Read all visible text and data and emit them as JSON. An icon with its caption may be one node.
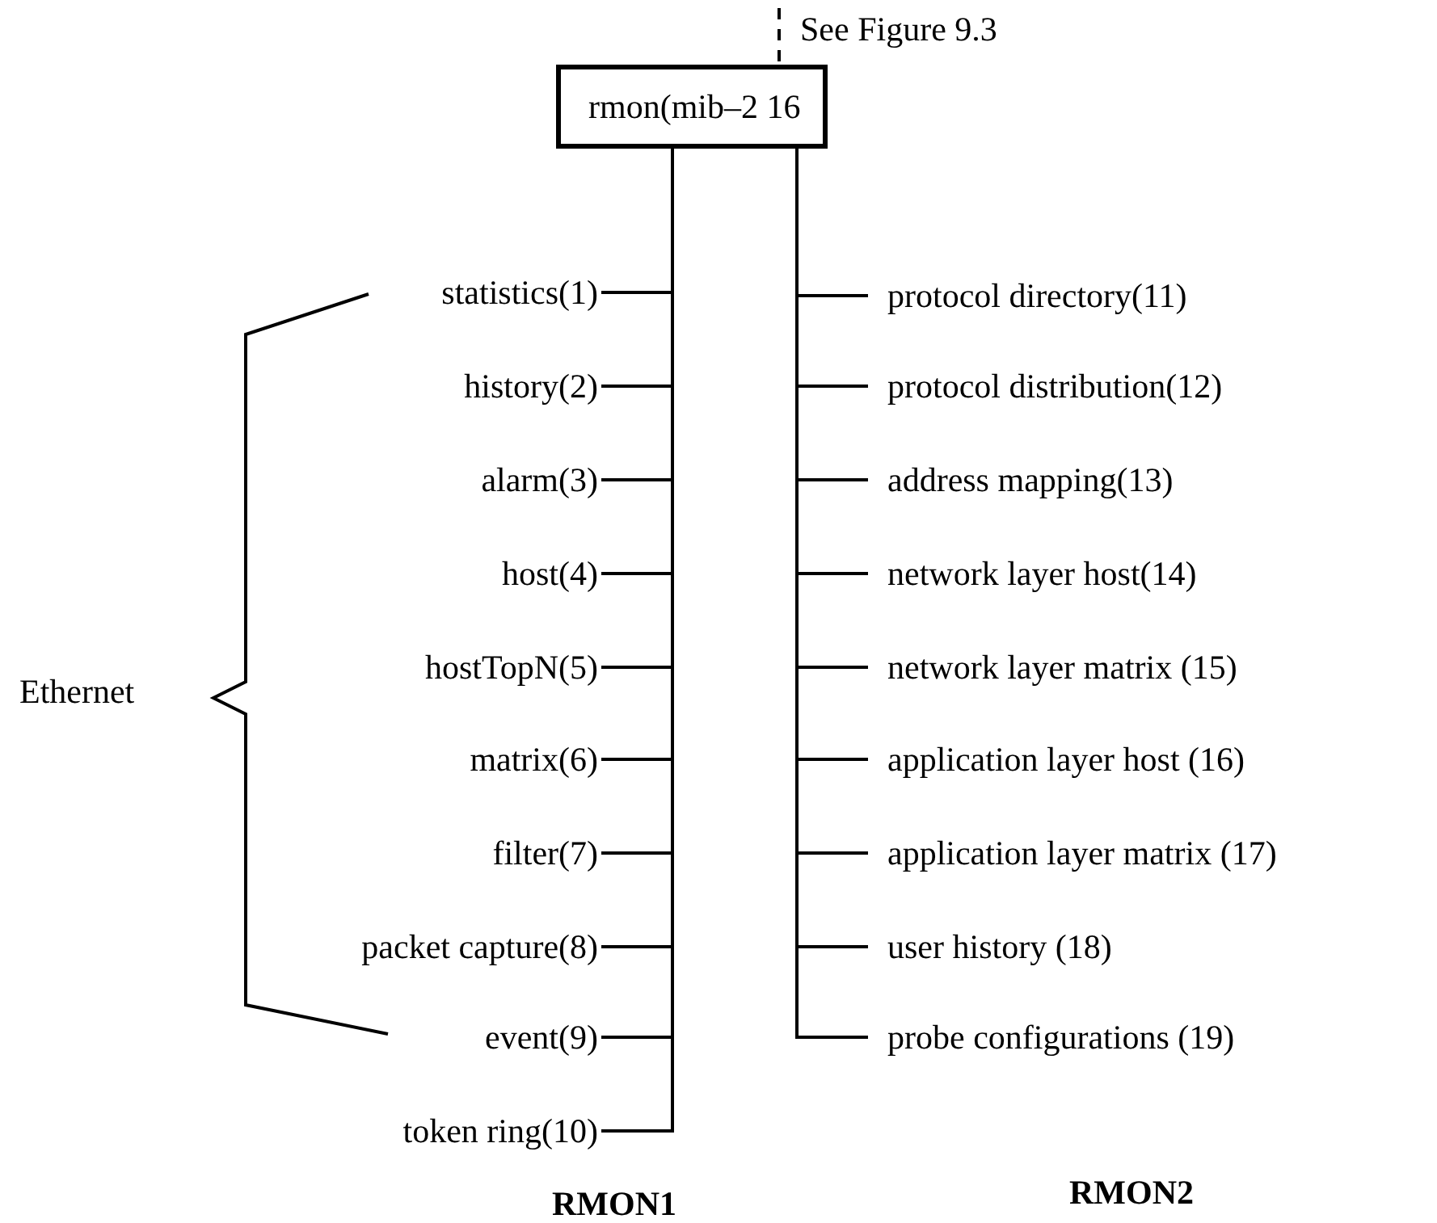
{
  "diagram": {
    "nodes": [
      {
        "text": [
          "See Figure 9.3"
        ]
      },
      {
        "text": [
          "rmon(mib–2 16"
        ]
      },
      {
        "text": [
          "statistics(1)"
        ]
      },
      {
        "text": [
          "history(2)"
        ]
      },
      {
        "text": [
          "alarm(3)"
        ]
      },
      {
        "text": [
          "host(4)"
        ]
      },
      {
        "text": [
          "hostTopN(5)"
        ]
      },
      {
        "text": [
          "matrix(6)"
        ]
      },
      {
        "text": [
          "filter(7)"
        ]
      },
      {
        "text": [
          "packet capture(8)"
        ]
      },
      {
        "text": [
          "event(9)"
        ]
      },
      {
        "text": [
          "token ring(10)"
        ]
      },
      {
        "text": [
          "protocol directory(11)"
        ]
      },
      {
        "text": [
          "protocol distribution(12)"
        ]
      },
      {
        "text": [
          "address mapping(13)"
        ]
      },
      {
        "text": [
          "network layer host(14)"
        ]
      },
      {
        "text": [
          "network layer matrix (15)"
        ]
      },
      {
        "text": [
          "application layer host (16)"
        ]
      },
      {
        "text": [
          "application layer matrix (17)"
        ]
      },
      {
        "text": [
          "user history (18)"
        ]
      },
      {
        "text": [
          "probe configurations (19)"
        ]
      }
    ],
    "edges": [
      {
        "from": 0,
        "to": 1,
        "arrow": "none",
        "style": "dashed"
      },
      {
        "from": 1,
        "to": 2,
        "arrow": "none"
      },
      {
        "from": 1,
        "to": 3,
        "arrow": "none"
      },
      {
        "from": 1,
        "to": 4,
        "arrow": "none"
      },
      {
        "from": 1,
        "to": 5,
        "arrow": "none"
      },
      {
        "from": 1,
        "to": 6,
        "arrow": "none"
      },
      {
        "from": 1,
        "to": 7,
        "arrow": "none"
      },
      {
        "from": 1,
        "to": 8,
        "arrow": "none"
      },
      {
        "from": 1,
        "to": 9,
        "arrow": "none"
      },
      {
        "from": 1,
        "to": 10,
        "arrow": "none"
      },
      {
        "from": 1,
        "to": 11,
        "arrow": "none"
      },
      {
        "from": 1,
        "to": 12,
        "arrow": "none"
      },
      {
        "from": 1,
        "to": 13,
        "arrow": "none"
      },
      {
        "from": 1,
        "to": 14,
        "arrow": "none"
      },
      {
        "from": 1,
        "to": 15,
        "arrow": "none"
      },
      {
        "from": 1,
        "to": 16,
        "arrow": "none"
      },
      {
        "from": 1,
        "to": 17,
        "arrow": "none"
      },
      {
        "from": 1,
        "to": 18,
        "arrow": "none"
      },
      {
        "from": 1,
        "to": 19,
        "arrow": "none"
      },
      {
        "from": 1,
        "to": 20,
        "arrow": "none"
      }
    ],
    "labels": [
      "Ethernet",
      "RMON1",
      "RMON2"
    ]
  }
}
